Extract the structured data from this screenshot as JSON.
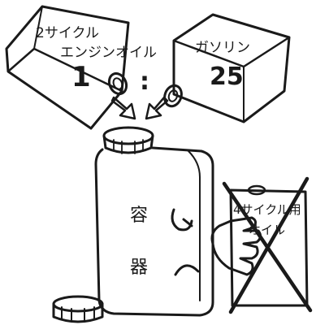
{
  "oil_can": {
    "label_line1": "2サイクル",
    "label_line2": "エンジンオイル",
    "ratio_number": "1"
  },
  "ratio_separator": ":",
  "gas_can": {
    "label": "ガソリン",
    "ratio_number": "25"
  },
  "container": {
    "label_char1": "容",
    "label_char2": "器"
  },
  "crossed_out_can": {
    "label_line1": "4サイクル用",
    "label_line2": "オイル"
  },
  "colors": {
    "ink": "#1a1a1a",
    "background": "#ffffff"
  }
}
